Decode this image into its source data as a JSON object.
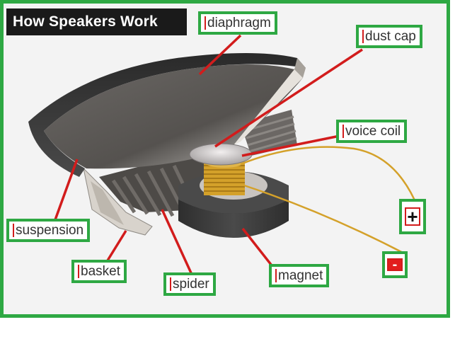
{
  "title": "How Speakers Work",
  "labels": {
    "diaphragm": "diaphragm",
    "dust_cap": "dust cap",
    "voice_coil": "voice coil",
    "suspension": "suspension",
    "basket": "basket",
    "spider": "spider",
    "magnet": "magnet",
    "plus": "+",
    "minus": "-"
  },
  "colors": {
    "frame": "#2ea843",
    "pointer": "#d21c1c",
    "coil": "#d4a12a",
    "cone": "#5b5855",
    "magnet": "#3a3a3a"
  }
}
